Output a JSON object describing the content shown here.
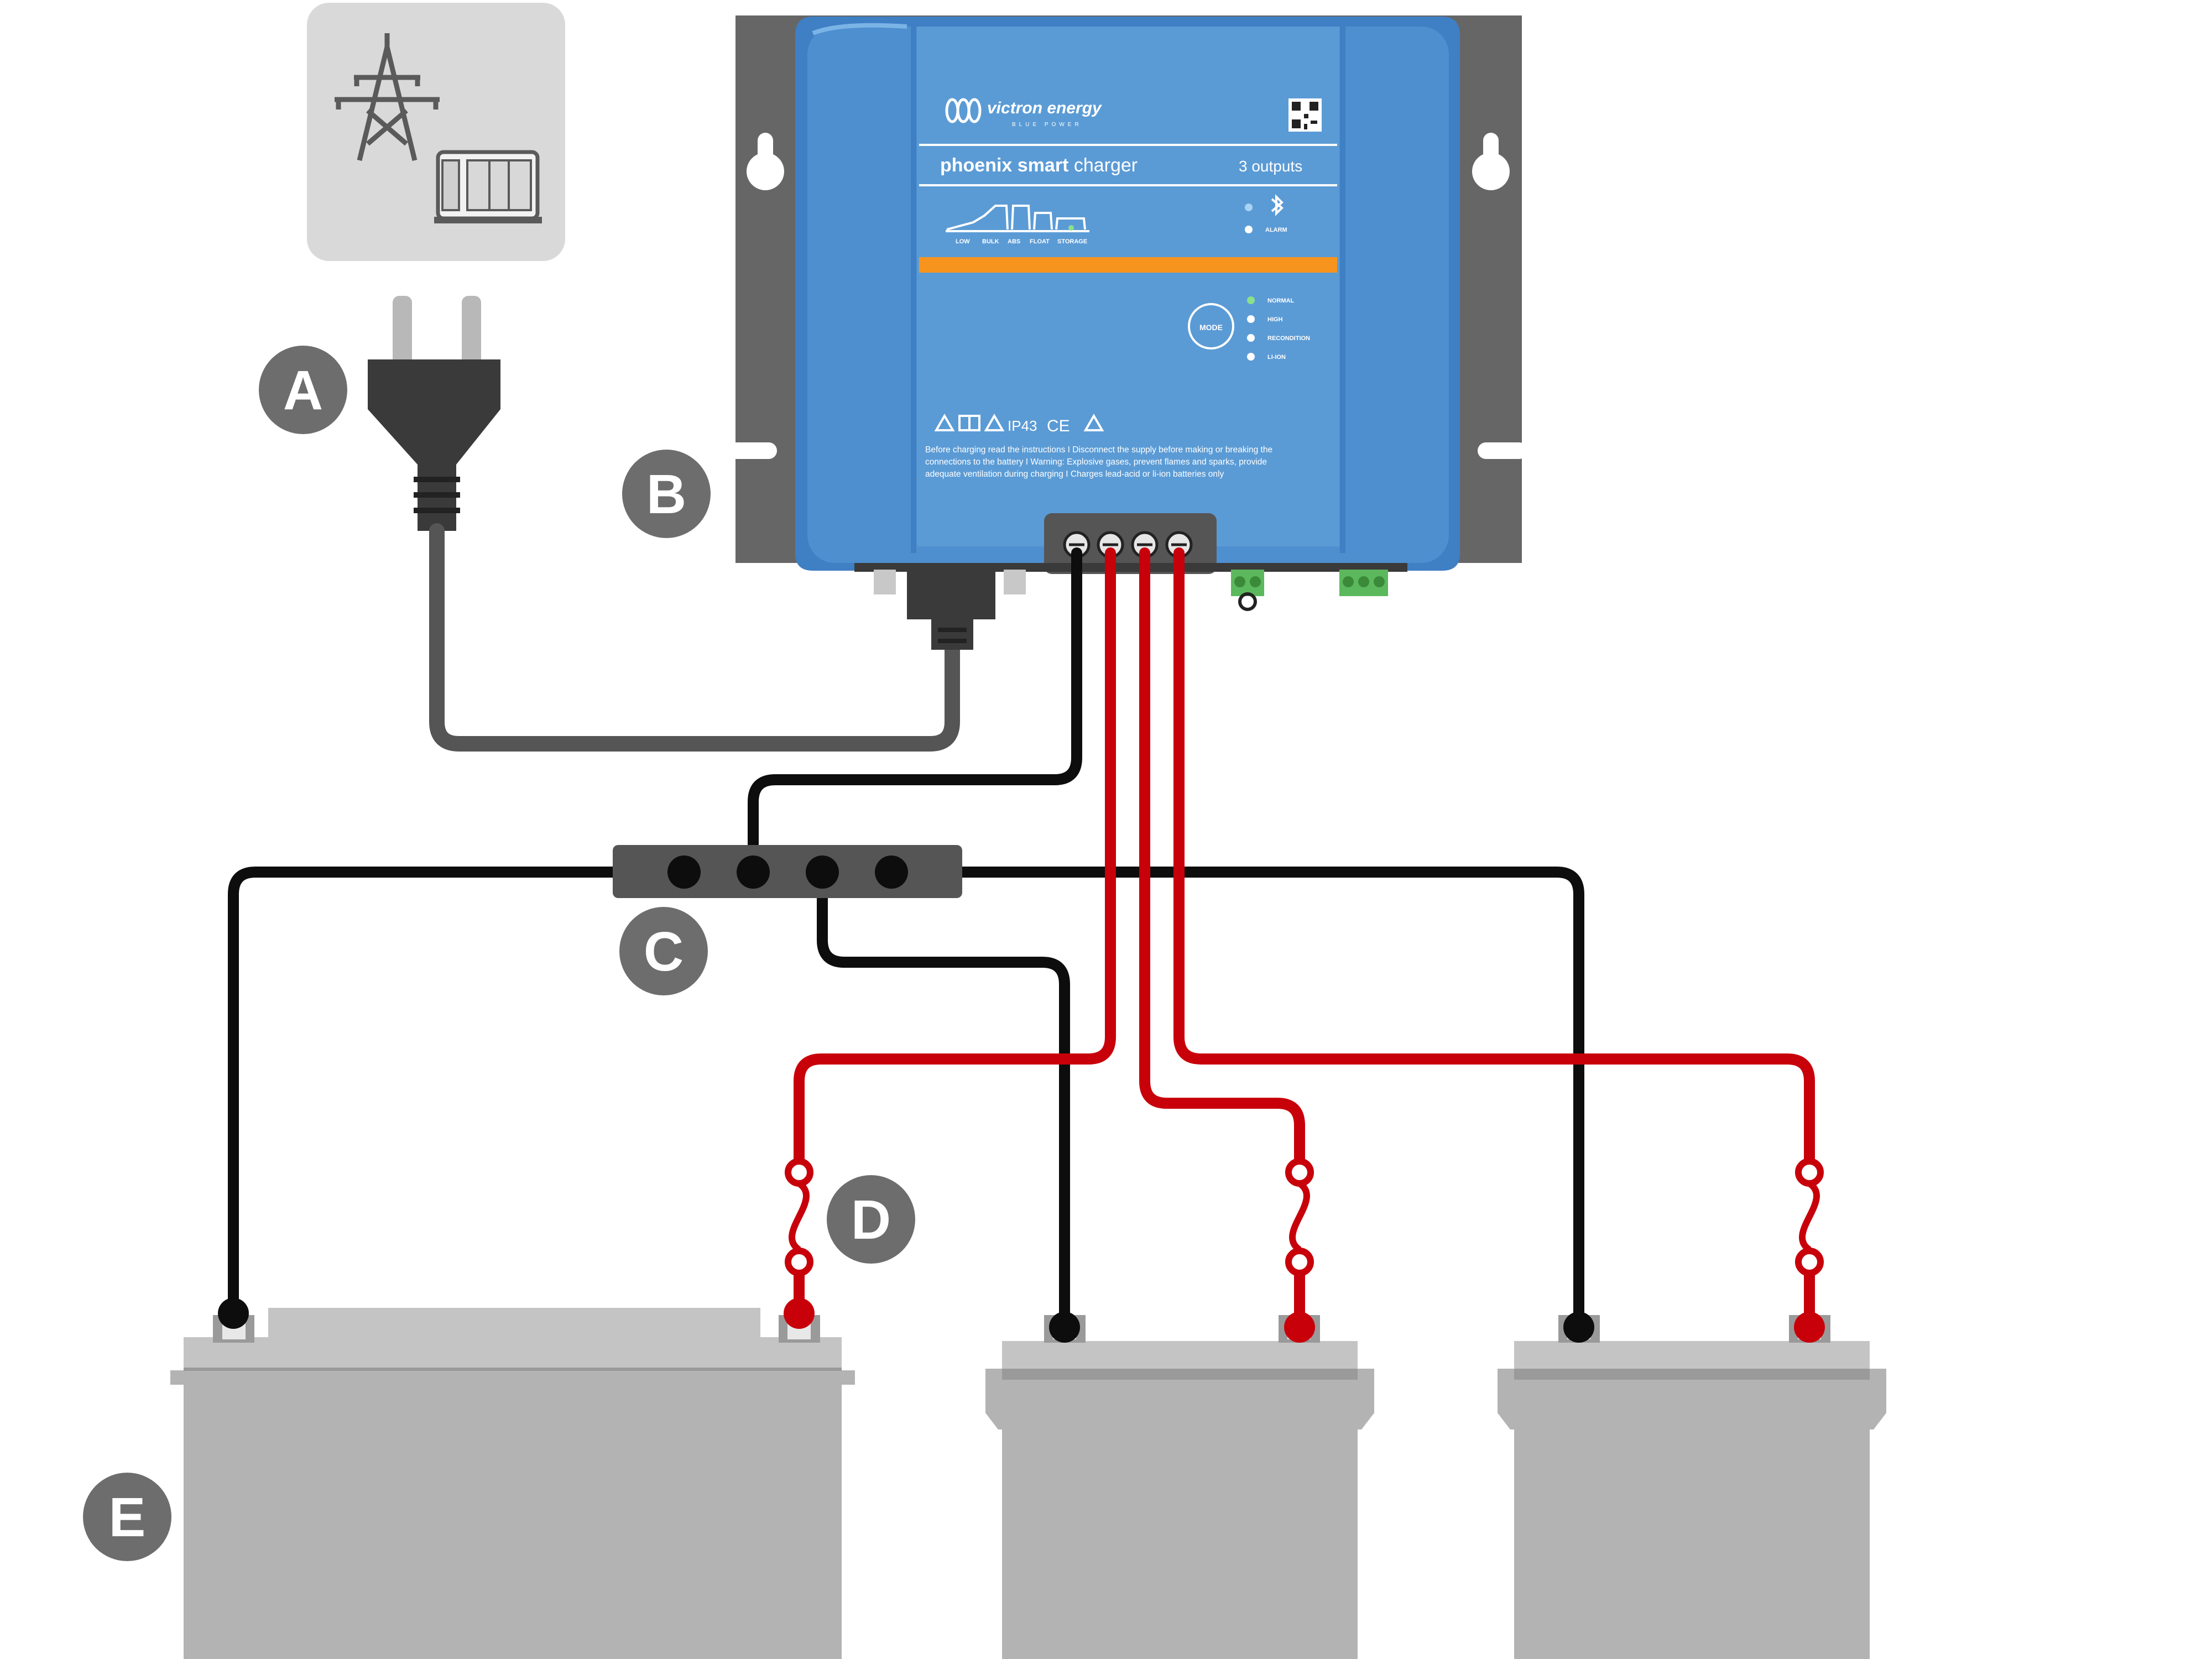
{
  "callouts": {
    "a": "A",
    "b": "B",
    "c": "C",
    "d": "D",
    "e": "E"
  },
  "charger": {
    "brand": "victron energy",
    "brand_tagline": "BLUE POWER",
    "model_bold": "phoenix smart",
    "model_light": " charger",
    "outputs": "3 outputs",
    "stages": [
      "LOW",
      "BULK",
      "ABS",
      "FLOAT",
      "STORAGE"
    ],
    "alarm_label": "ALARM",
    "mode_button": "MODE",
    "modes": [
      "NORMAL",
      "HIGH",
      "RECONDITION",
      "LI-ION"
    ],
    "rating": "IP43",
    "ce_mark": "CE",
    "warning_lines": [
      "Before charging read the instructions  I  Disconnect the supply before making or breaking the",
      "connections to the battery  I  Warning: Explosive gases, prevent flames and sparks, provide",
      "adequate ventilation during charging  I  Charges lead-acid or li-ion batteries only"
    ]
  },
  "colors": {
    "charger_blue": "#5b9bd5",
    "charger_blue_dark": "#3f7fc4",
    "accent_orange": "#f7941d",
    "positive_wire": "#c8000a",
    "negative_wire": "#0d0d0d",
    "mains_cable": "#555555",
    "battery_gray": "#b3b3b3",
    "callout_gray": "#6d6d6d",
    "mount_plate": "#666666",
    "terminal_green": "#5cb85c"
  }
}
